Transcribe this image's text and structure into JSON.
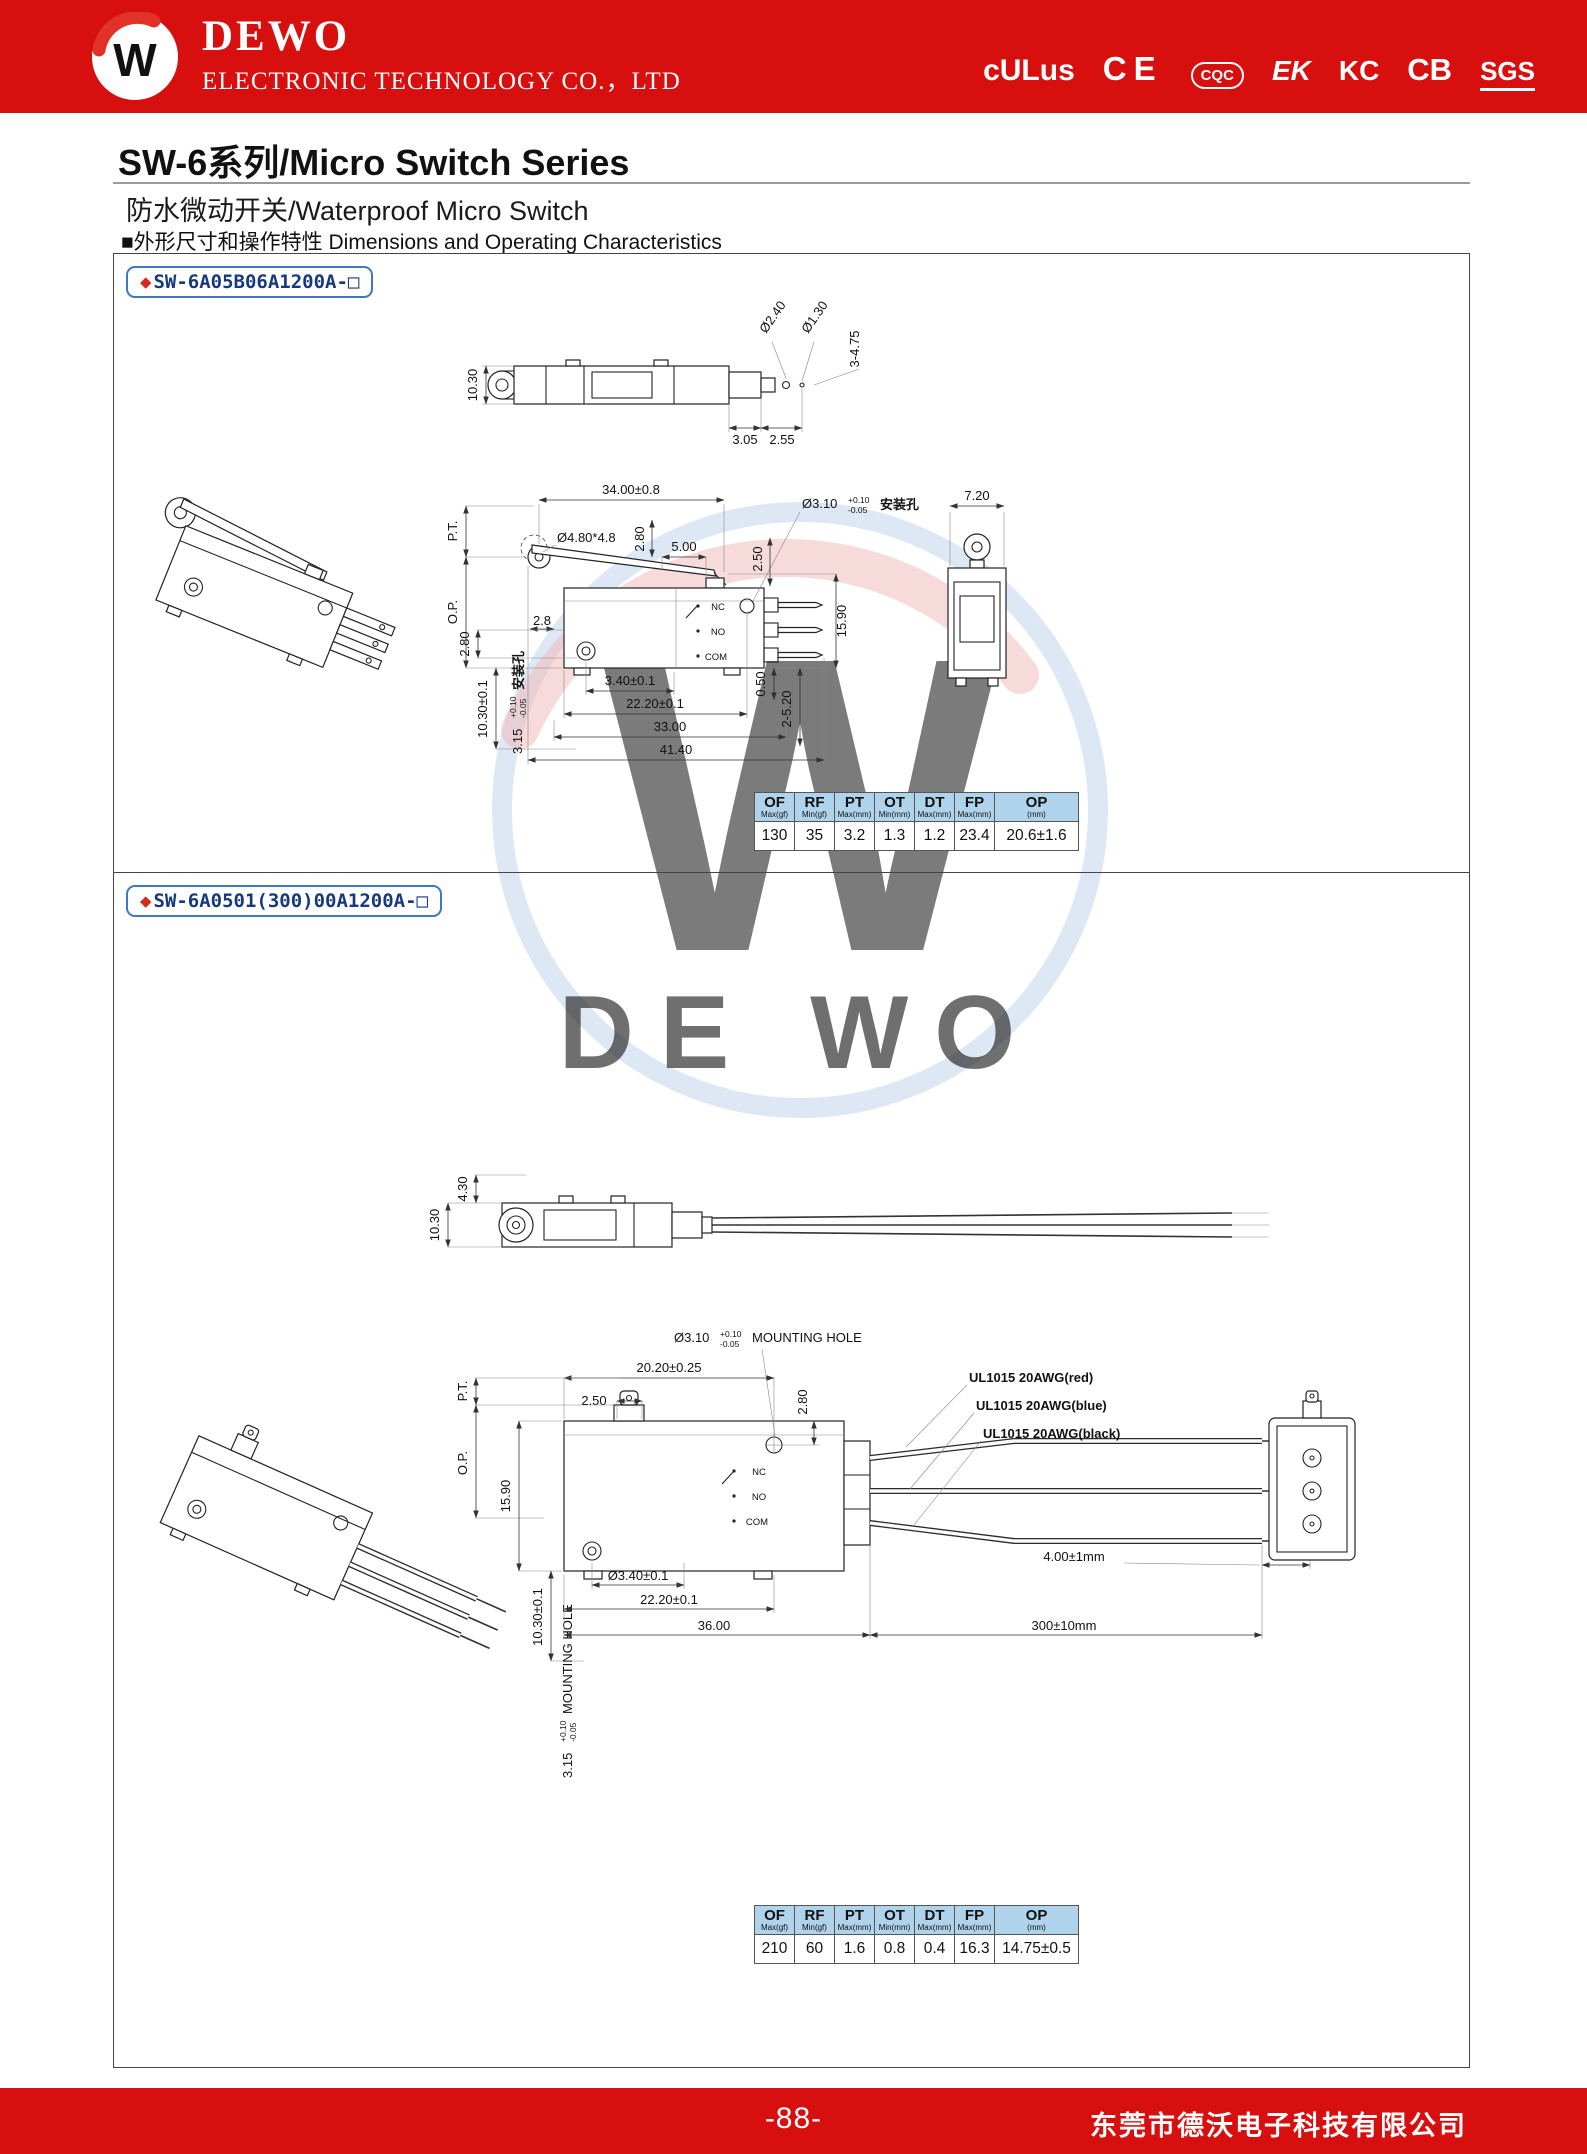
{
  "header": {
    "brand": "DEWO",
    "company": "ELECTRONIC TECHNOLOGY CO.，LTD",
    "logo_letter": "W",
    "certs": [
      "cULus",
      "CE",
      "CQC",
      "EK",
      "KC",
      "CB",
      "SGS"
    ]
  },
  "titles": {
    "series_title": "SW-6系列/Micro Switch Series",
    "subtitle": "防水微动开关/Waterproof Micro Switch",
    "section": "■外形尺寸和操作特性 Dimensions and Operating Characteristics"
  },
  "model1": {
    "diamond": "◆",
    "tag": "SW-6A05B06A1200A-□",
    "dims": {
      "top_height": "10.30",
      "top_d1": "3.05",
      "top_d2": "2.55",
      "top_hole1": "Ø2.40",
      "top_hole2": "Ø1.30",
      "top_pin": "3-4.75",
      "lever_len": "34.00±0.8",
      "roller": "Ø4.80*4.8",
      "d500": "5.00",
      "d280a": "2.80",
      "d250": "2.50",
      "hole_d": "Ø3.10",
      "hole_tol_p": "+0.10",
      "hole_tol_m": "-0.05",
      "hole_name": "安装孔",
      "pt": "P.T.",
      "op": "O.P.",
      "d28": "2.8",
      "d280b": "2.80",
      "d1030": "10.30±0.1",
      "hole2_d": "3.15",
      "hole2_tol_p": "+0.10",
      "hole2_tol_m": "-0.05",
      "hole2_name": "安装孔",
      "d340": "3.40±0.1",
      "d2220": "22.20±0.1",
      "d3300": "33.00",
      "d4140": "41.40",
      "d050": "0.50",
      "d2520": "2-5.20",
      "body_h": "15.90",
      "side_w": "7.20",
      "nc": "NC",
      "no": "NO",
      "com": "COM"
    },
    "table": {
      "headers": [
        "OF",
        "RF",
        "PT",
        "OT",
        "DT",
        "FP",
        "OP"
      ],
      "subheaders": [
        "Max(gf)",
        "Min(gf)",
        "Max(mm)",
        "Min(mm)",
        "Max(mm)",
        "Max(mm)",
        "(mm)"
      ],
      "values": [
        "130",
        "35",
        "3.2",
        "1.3",
        "1.2",
        "23.4",
        "20.6±1.6"
      ]
    }
  },
  "model2": {
    "diamond": "◆",
    "tag": "SW-6A0501(300)00A1200A-□",
    "dims": {
      "top_d430": "4.30",
      "top_height": "10.30",
      "hole_d": "Ø3.10",
      "hole_tol_p": "+0.10",
      "hole_tol_m": "-0.05",
      "hole_name": "MOUNTING HOLE",
      "d2020": "20.20±0.25",
      "d250": "2.50",
      "d280": "2.80",
      "pt": "P.T.",
      "op": "O.P.",
      "body_h": "15.90",
      "d1030": "10.30±0.1",
      "hole2_d": "3.15",
      "hole2_tol_p": "+0.10",
      "hole2_tol_m": "-0.05",
      "hole2_name": "MOUNTING HOLE",
      "d340": "Ø3.40±0.1",
      "d2220": "22.20±0.1",
      "d3600": "36.00",
      "d300": "300±10mm",
      "d400": "4.00±1mm",
      "wire_red": "UL1015 20AWG(red)",
      "wire_blue": "UL1015 20AWG(blue)",
      "wire_black": "UL1015 20AWG(black)",
      "nc": "NC",
      "no": "NO",
      "com": "COM"
    },
    "table": {
      "headers": [
        "OF",
        "RF",
        "PT",
        "OT",
        "DT",
        "FP",
        "OP"
      ],
      "subheaders": [
        "Max(gf)",
        "Min(gf)",
        "Max(mm)",
        "Min(mm)",
        "Max(mm)",
        "Max(mm)",
        "(mm)"
      ],
      "values": [
        "210",
        "60",
        "1.6",
        "0.8",
        "0.4",
        "16.3",
        "14.75±0.5"
      ]
    }
  },
  "watermark": {
    "w": "W",
    "letters": "DE WO"
  },
  "footer": {
    "page": "-88-",
    "company": "东莞市德沃电子科技有限公司"
  }
}
